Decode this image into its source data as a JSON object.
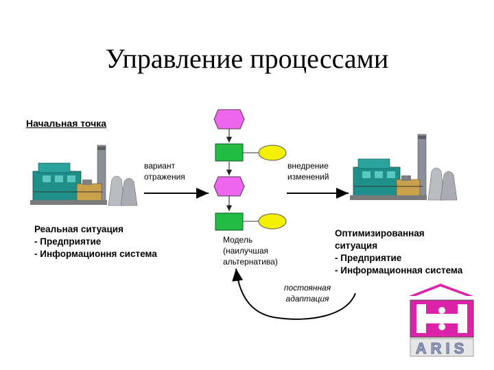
{
  "title": "Управление процессами",
  "start_label": "Начальная точка",
  "reflection_label": [
    "вариант",
    "отражения"
  ],
  "implementation_label": [
    "внедрение",
    "изменений"
  ],
  "real_situation": [
    "Реальная ситуация",
    "- Предприятие",
    "- Информационня система"
  ],
  "model_label": [
    "Модель",
    "(наилучшая",
    "альтернатива)"
  ],
  "optimized_situation": [
    "Оптимизированная",
    "ситуация",
    "- Предприятие",
    "- Информационная система"
  ],
  "adaptation_label": [
    "постоянная",
    "адаптация"
  ],
  "logo_text": "ARIS",
  "colors": {
    "event": "#ee66ee",
    "function": "#22bb44",
    "info": "#f4f000",
    "logo": "#dd22aa",
    "factory": "#1f8f8a"
  }
}
